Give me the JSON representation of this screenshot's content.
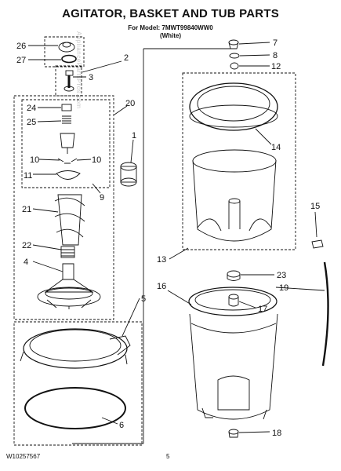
{
  "header": {
    "title": "AGITATOR, BASKET AND TUB PARTS",
    "model_line": "For Model: 7MWT99840WW0",
    "color_line": "(White)"
  },
  "footer": {
    "doc_number": "W10257567",
    "page_number": "5"
  },
  "watermark": "AppliancePartsPros.com",
  "callouts": [
    "26",
    "27",
    "2",
    "3",
    "20",
    "24",
    "25",
    "1",
    "10",
    "10",
    "11",
    "9",
    "21",
    "22",
    "4",
    "5",
    "6",
    "7",
    "8",
    "12",
    "14",
    "13",
    "15",
    "23",
    "19",
    "16",
    "17",
    "18"
  ],
  "colors": {
    "line": "#111111",
    "dash": "#111111",
    "background": "#ffffff"
  }
}
